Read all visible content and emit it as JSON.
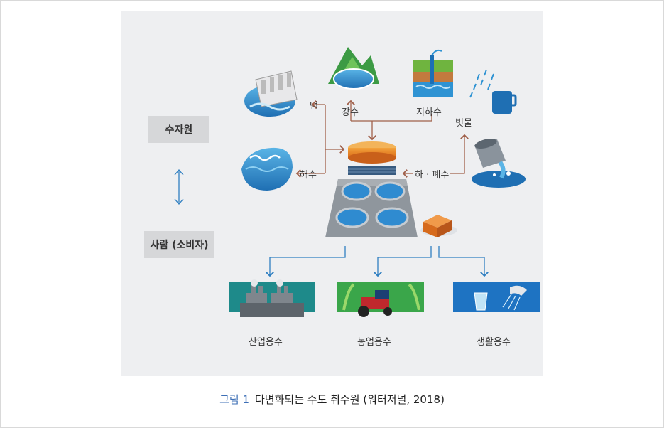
{
  "left": {
    "source_label": "수자원",
    "consumer_label": "사람 (소비자)"
  },
  "sources": {
    "dam": "댐",
    "river": "강수",
    "groundwater": "지하수",
    "rain": "빗물",
    "sea": "해수",
    "wastewater": "하 · 폐수"
  },
  "uses": {
    "industrial": "산업용수",
    "agricultural": "농업용수",
    "domestic": "생활용수"
  },
  "caption": {
    "figure_no": "그림 1",
    "text": "다변화되는 수도 취수원 (워터저널, 2018)"
  },
  "colors": {
    "arrow_brown": "#a0604a",
    "arrow_blue": "#2f7fc1",
    "panel_bg": "#eeeff1",
    "box_bg": "#d6d7d9",
    "caption_accent": "#3d6fb6"
  }
}
